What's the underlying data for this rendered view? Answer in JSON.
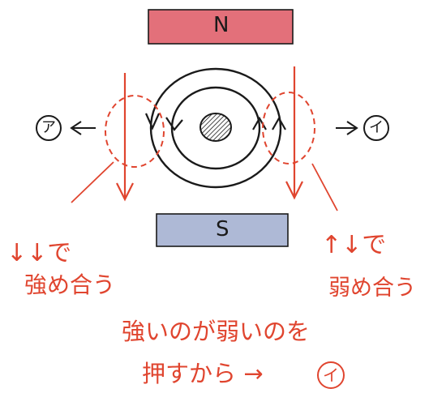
{
  "colors": {
    "ink": "#1a1a1a",
    "accent_red": "#e0452f",
    "north_pole_fill": "#e3707a",
    "south_pole_fill": "#aeb9d6"
  },
  "magnets": {
    "north_label": "N",
    "south_label": "S"
  },
  "markers": {
    "left_choice": "ア",
    "right_choice": "イ"
  },
  "annotations": {
    "left_arrows": "↓↓で",
    "left_text": "強め合う",
    "right_arrows": "↑↓で",
    "right_text": "弱め合う",
    "conclusion_line1": "強いのが弱いのを",
    "conclusion_line2": "押すから →",
    "conclusion_answer": "イ"
  }
}
